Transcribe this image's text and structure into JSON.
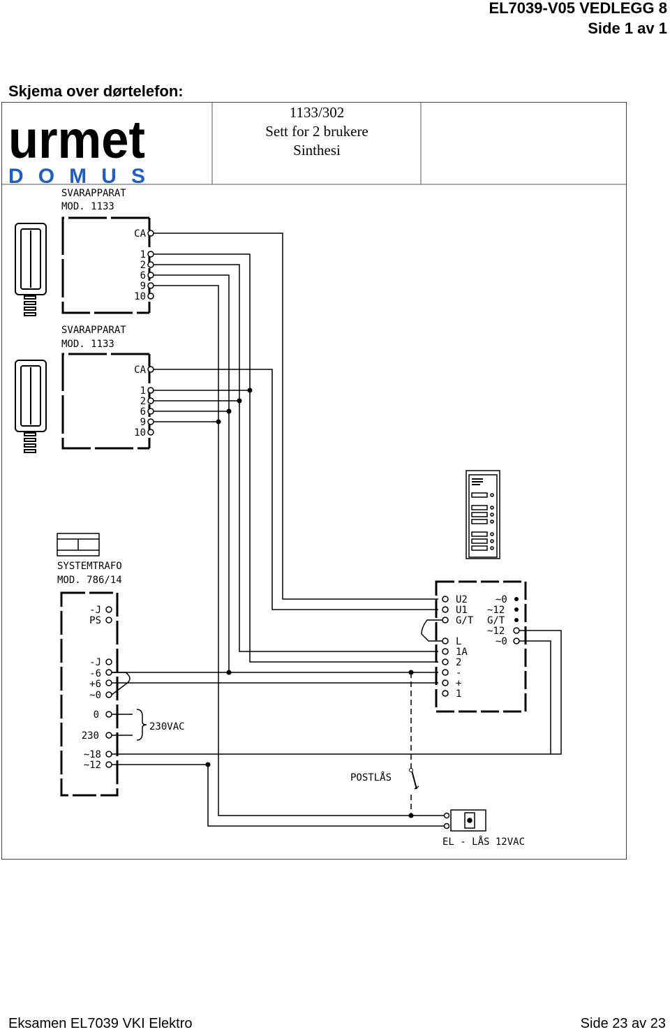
{
  "header": {
    "doc_code": "EL7039-V05 VEDLEGG 8",
    "page": "Side 1 av 1"
  },
  "section_title": "Skjema over dørtelefon:",
  "title_block": {
    "logo_top": "urmet",
    "logo_bottom": "DOMUS",
    "line1": "1133/302",
    "line2": "Sett for 2 brukere",
    "line3": "Sinthesi"
  },
  "diagram": {
    "handset1": {
      "label1": "SVARAPPARAT",
      "label2": "MOD. 1133",
      "terminals": [
        "CA",
        "1",
        "2",
        "6",
        "9",
        "10"
      ]
    },
    "handset2": {
      "label1": "SVARAPPARAT",
      "label2": "MOD. 1133",
      "terminals": [
        "CA",
        "1",
        "2",
        "6",
        "9",
        "10"
      ]
    },
    "trafo": {
      "label1": "SYSTEMTRAFO",
      "label2": "MOD. 786/14",
      "terminals": [
        "-J",
        "PS",
        "-J",
        "-6",
        "+6",
        "~0",
        "0",
        "230",
        "~18",
        "~12"
      ],
      "mains_label": "230VAC"
    },
    "panel_left_terminals": [
      "U2",
      "U1",
      "G/T",
      "L",
      "1A",
      "2",
      "-",
      "+",
      "1"
    ],
    "panel_right_terminals": [
      "~0",
      "~12",
      "G/T",
      "~12",
      "~0"
    ],
    "postlas_label": "POSTLÅS",
    "ellas_label": "EL - LÅS 12VAC"
  },
  "footer": {
    "left": "Eksamen EL7039 VKI Elektro",
    "right": "Side 23 av 23"
  }
}
